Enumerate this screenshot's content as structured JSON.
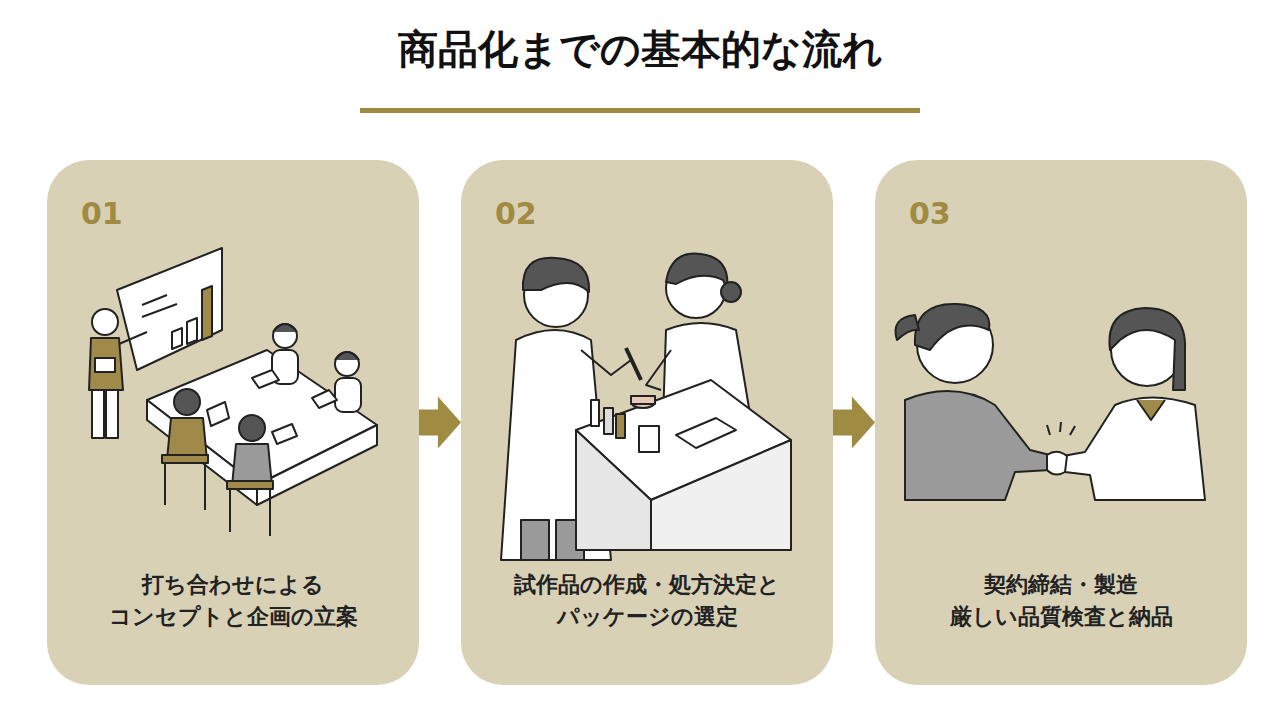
{
  "diagram": {
    "title": "商品化までの基本的な流れ",
    "nodes": [
      {
        "text": [
          "01",
          "打ち合わせによる コンセプトと企画の立案"
        ]
      },
      {
        "text": [
          "02",
          "試作品の作成・処方決定と パッケージの選定"
        ]
      },
      {
        "text": [
          "03",
          "契約締結・製造 厳しい品質検査と納品"
        ]
      }
    ],
    "edges": [
      {
        "from": 0,
        "to": 1,
        "arrow": "to"
      },
      {
        "from": 1,
        "to": 2,
        "arrow": "to"
      }
    ]
  }
}
